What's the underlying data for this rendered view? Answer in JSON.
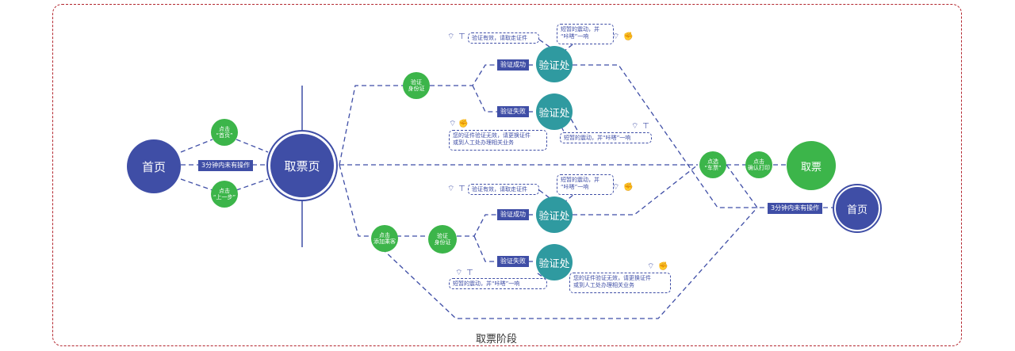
{
  "diagram": {
    "stage_title": "取票阶段",
    "home": "首页",
    "ticket_page": "取票页",
    "click_home": "点击\n“首页”",
    "click_prev": "点击\n“上一步”",
    "idle_3min": "3分钟内未有操作",
    "verify_id": "验证\n身份证",
    "verify_point": "验证处",
    "verify_success": "验证成功",
    "verify_fail": "验证失败",
    "note_valid": "验证有效，请取走证件",
    "note_shake": "短暂的震动，并\n“咔嗒”一响",
    "note_invalid": "您的证件验证无效，请更换证件\n或到人工处办理相关业务",
    "note_shake_inline": "短暂的震动，并“咔嗒”一响",
    "click_add_rider": "点击\n添加乘客",
    "click_select_ticket": "点选\n“车票”",
    "click_confirm_print": "点击\n确认打印",
    "take_ticket": "取票",
    "idle_3min_2": "3分钟内未有操作",
    "home_2": "首页"
  },
  "icons": [
    "wifi-icon",
    "antenna-icon",
    "fist-icon"
  ],
  "colors": {
    "navy": "#3f4ea6",
    "teal": "#2f9aa0",
    "green": "#3cb54a",
    "frame": "#b3262e"
  }
}
